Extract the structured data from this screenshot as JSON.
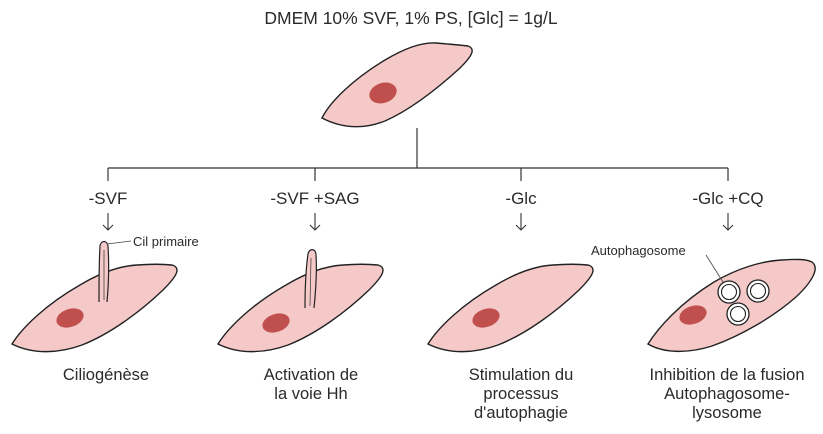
{
  "header": {
    "medium": "DMEM 10% SVF, 1% PS, [Glc] = 1g/L"
  },
  "conditions": [
    {
      "label": "-SVF",
      "caption": [
        "Ciliogénèse"
      ]
    },
    {
      "label": "-SVF +SAG",
      "caption": [
        "Activation de",
        "la voie Hh"
      ]
    },
    {
      "label": "-Glc",
      "caption": [
        "Stimulation du",
        "processus",
        "d'autophagie"
      ]
    },
    {
      "label": "-Glc +CQ",
      "caption": [
        "Inhibition de la fusion",
        "Autophagosome-",
        "lysosome"
      ]
    }
  ],
  "annotations": {
    "cilium": "Cil primaire",
    "autophagosome": "Autophagosome"
  },
  "colors": {
    "cell_fill": "#f6c9c9",
    "nucleus_fill": "#c0504d",
    "outline": "#222222",
    "line": "#333333"
  }
}
